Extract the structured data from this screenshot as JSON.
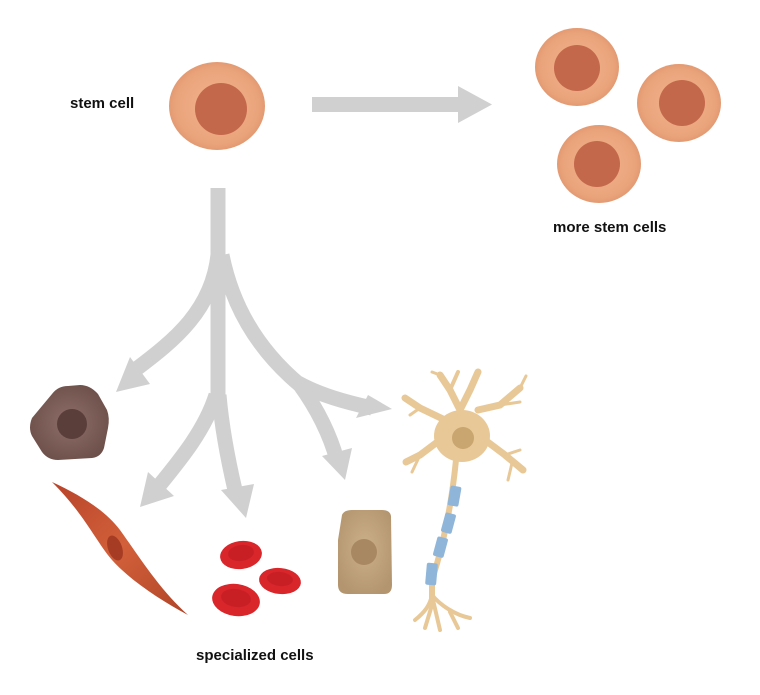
{
  "diagram": {
    "title": "Stem cell differentiation",
    "labels": {
      "stem_cell": "stem cell",
      "more_stem_cells": "more stem cells",
      "specialized_cells": "specialized cells"
    },
    "nodes": [
      {
        "id": "stem-cell",
        "label": "stem cell",
        "type": "stem cell"
      },
      {
        "id": "more-stem-cells",
        "label": "more stem cells",
        "type": "stem cell",
        "count": 3
      },
      {
        "id": "specialized-cells",
        "label": "specialized cells",
        "members": [
          {
            "id": "hexagonal-cell",
            "type": "epithelial-like cell (brown, hexagonal)"
          },
          {
            "id": "muscle-cell",
            "type": "smooth muscle cell (spindle)"
          },
          {
            "id": "red-blood-cells",
            "type": "red blood cells",
            "count": 3
          },
          {
            "id": "rectangular-cell",
            "type": "tan rectangular cell"
          },
          {
            "id": "neuron",
            "type": "nerve cell (neuron)"
          }
        ]
      }
    ],
    "edges": [
      {
        "from": "stem-cell",
        "to": "more-stem-cells",
        "relation": "self-renewal"
      },
      {
        "from": "stem-cell",
        "to": "hexagonal-cell",
        "relation": "differentiation"
      },
      {
        "from": "stem-cell",
        "to": "muscle-cell",
        "relation": "differentiation"
      },
      {
        "from": "stem-cell",
        "to": "red-blood-cells",
        "relation": "differentiation"
      },
      {
        "from": "stem-cell",
        "to": "rectangular-cell",
        "relation": "differentiation"
      },
      {
        "from": "stem-cell",
        "to": "neuron",
        "relation": "differentiation"
      }
    ],
    "colors": {
      "arrow": "#d0d0d0",
      "stem_cytoplasm": "#eaa47c",
      "stem_nucleus": "#c4684b",
      "hex_cell": "#7d5d58",
      "hex_nucleus": "#5a3e3a",
      "muscle": "#c9542f",
      "rbc": "#d8262b",
      "rect_cell": "#c4a47c",
      "neuron": "#e8c896",
      "myelin": "#8fb5d9"
    }
  }
}
